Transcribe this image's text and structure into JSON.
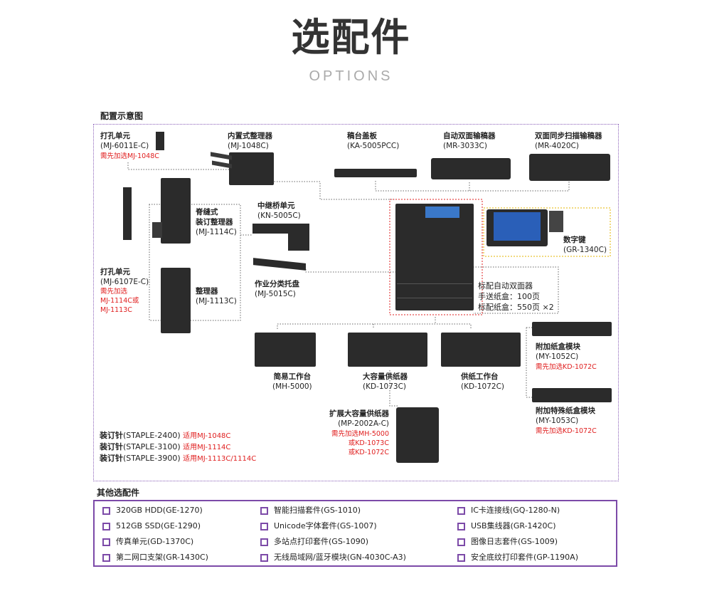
{
  "header": {
    "title": "选配件",
    "subtitle": "OPTIONS"
  },
  "diagram": {
    "section_title": "配置示意图",
    "punch1": {
      "name": "打孔单元",
      "code": "(MJ-6011E-C)",
      "note": "需先加选MJ-1048C"
    },
    "inner_finisher": {
      "name": "内置式整理器",
      "code": "(MJ-1048C)"
    },
    "platen": {
      "name": "稿台盖板",
      "code": "(KA-5005PCC)"
    },
    "radf": {
      "name": "自动双面输稿器",
      "code": "(MR-3033C)"
    },
    "dsdf": {
      "name": "双面同步扫描输稿器",
      "code": "(MR-4020C)"
    },
    "saddle": {
      "name_l1": "脊缝式",
      "name_l2": "装订整理器",
      "code": "(MJ-1114C)"
    },
    "bridge": {
      "name": "中继桥单元",
      "code": "(KN-5005C)"
    },
    "job_sep": {
      "name": "作业分类托盘",
      "code": "(MJ-5015C)"
    },
    "punch2": {
      "name": "打孔单元",
      "code": "(MJ-6107E-C)",
      "note_l1": "需先加选",
      "note_l2": "MJ-1114C或",
      "note_l3": "MJ-1113C"
    },
    "finisher": {
      "name": "整理器",
      "code": "(MJ-1113C)"
    },
    "keypad": {
      "name": "数字键",
      "code": "(GR-1340C)"
    },
    "standard": {
      "l1": "标配自动双面器",
      "l2": "手送纸盒：100页",
      "l3": "标配纸盒：550页 ×2"
    },
    "simple_stand": {
      "name": "简易工作台",
      "code": "(MH-5000)"
    },
    "lcf": {
      "name": "大容量供纸器",
      "code": "(KD-1073C)"
    },
    "feed_stand": {
      "name": "供纸工作台",
      "code": "(KD-1072C)"
    },
    "paper_tray": {
      "name": "附加纸盒模块",
      "code": "(MY-1052C)",
      "note": "需先加选KD-1072C"
    },
    "special_tray": {
      "name": "附加特殊纸盒模块",
      "code": "(MY-1053C)",
      "note": "需先加选KD-1072C"
    },
    "ext_lcf": {
      "name": "扩展大容量供纸器",
      "code": "(MP-2002A-C)",
      "note_l1": "需先加选MH-5000",
      "note_l2": "或KD-1073C",
      "note_l3": "或KD-1072C"
    },
    "staples": [
      {
        "name": "装订针",
        "code": "(STAPLE-2400)",
        "note": "适用MJ-1048C"
      },
      {
        "name": "装订针",
        "code": "(STAPLE-3100)",
        "note": "适用MJ-1114C"
      },
      {
        "name": "装订针",
        "code": "(STAPLE-3900)",
        "note": "适用MJ-1113C/1114C"
      }
    ]
  },
  "other": {
    "section_title": "其他选配件",
    "col1": [
      "320GB  HDD(GE-1270)",
      "512GB  SSD(GE-1290)",
      "传真单元(GD-1370C)",
      "第二网口支架(GR-1430C)"
    ],
    "col2": [
      "智能扫描套件(GS-1010)",
      "Unicode字体套件(GS-1007)",
      "多站点打印套件(GS-1090)",
      "无线局域网/蓝牙模块(GN-4030C-A3)"
    ],
    "col3": [
      "IC卡连接线(GQ-1280-N)",
      "USB集线器(GR-1420C)",
      "图像日志套件(GS-1009)",
      "安全底纹打印套件(GP-1190A)"
    ]
  },
  "colors": {
    "accent": "#7c4aa8",
    "note_red": "#e02020",
    "device": "#2b2b2b"
  }
}
